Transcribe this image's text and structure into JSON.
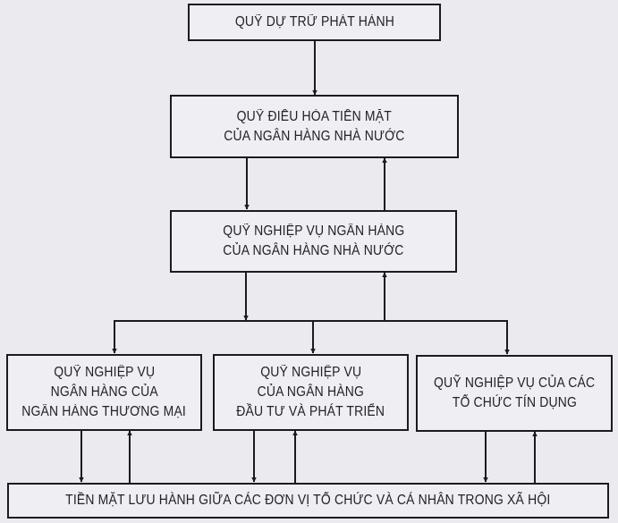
{
  "diagram": {
    "type": "flowchart",
    "colors": {
      "background": "#ebeaee",
      "box_fill": "#efeef2",
      "stroke": "#1b1b1f",
      "text": "#222226"
    },
    "nodes": {
      "reserve_fund": {
        "lines": [
          "QUỸ DỰ TRỮ PHÁT HÀNH"
        ]
      },
      "cash_regulation_fund": {
        "lines": [
          "QUỸ ĐIỀU HÒA TIỀN MẶT",
          "CỦA NGÂN HÀNG NHÀ NƯỚC"
        ]
      },
      "sbv_operations_fund": {
        "lines": [
          "QUỸ NGHIỆP VỤ NGÂN HÀNG",
          "CỦA NGÂN HÀNG NHÀ NƯỚC"
        ]
      },
      "commercial_bank_fund": {
        "lines": [
          "QUỸ NGHIỆP VỤ",
          "NGÂN HÀNG CỦA",
          "NGÂN HÀNG THƯƠNG MẠI"
        ]
      },
      "bidv_fund": {
        "lines": [
          "QUỸ NGHIỆP VỤ",
          "CỦA NGÂN HÀNG",
          "ĐẦU TƯ VÀ PHÁT TRIỂN"
        ]
      },
      "credit_institutions_fund": {
        "lines": [
          "QUỸ NGHIỆP VỤ CỦA CÁC",
          "TỔ CHỨC TÍN DỤNG"
        ]
      },
      "circulating_cash": {
        "lines": [
          "TIỀN MẶT LƯU HÀNH GIỮA CÁC ĐƠN VỊ TỔ CHỨC VÀ CÁ NHÂN TRONG XÃ HỘI"
        ]
      }
    },
    "edges": [
      {
        "from": "reserve_fund",
        "to": "cash_regulation_fund",
        "direction": "down"
      },
      {
        "from": "cash_regulation_fund",
        "to": "sbv_operations_fund",
        "direction": "down"
      },
      {
        "from": "sbv_operations_fund",
        "to": "cash_regulation_fund",
        "direction": "up"
      },
      {
        "from": "sbv_operations_fund",
        "to": "commercial_bank_fund",
        "direction": "down"
      },
      {
        "from": "sbv_operations_fund",
        "to": "bidv_fund",
        "direction": "down"
      },
      {
        "from": "sbv_operations_fund",
        "to": "credit_institutions_fund",
        "direction": "down"
      },
      {
        "from": "commercial_bank_fund",
        "to": "sbv_operations_fund",
        "direction": "up"
      },
      {
        "from": "commercial_bank_fund",
        "to": "circulating_cash",
        "direction": "down"
      },
      {
        "from": "circulating_cash",
        "to": "commercial_bank_fund",
        "direction": "up"
      },
      {
        "from": "bidv_fund",
        "to": "circulating_cash",
        "direction": "down"
      },
      {
        "from": "circulating_cash",
        "to": "bidv_fund",
        "direction": "up"
      },
      {
        "from": "credit_institutions_fund",
        "to": "circulating_cash",
        "direction": "down"
      },
      {
        "from": "circulating_cash",
        "to": "credit_institutions_fund",
        "direction": "up"
      }
    ]
  }
}
